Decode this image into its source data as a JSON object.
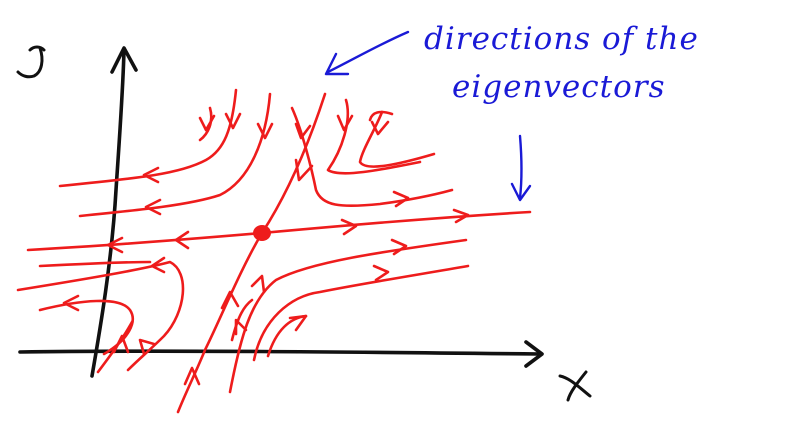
{
  "diagram": {
    "axes": {
      "x_label": "x",
      "y_label": "y"
    },
    "annotation": {
      "line1": "directions of the",
      "line2": "eigenvectors"
    },
    "colors": {
      "trajectories": "#ee1c1c",
      "annotation": "#1a1ad6",
      "axes": "#111111"
    }
  }
}
